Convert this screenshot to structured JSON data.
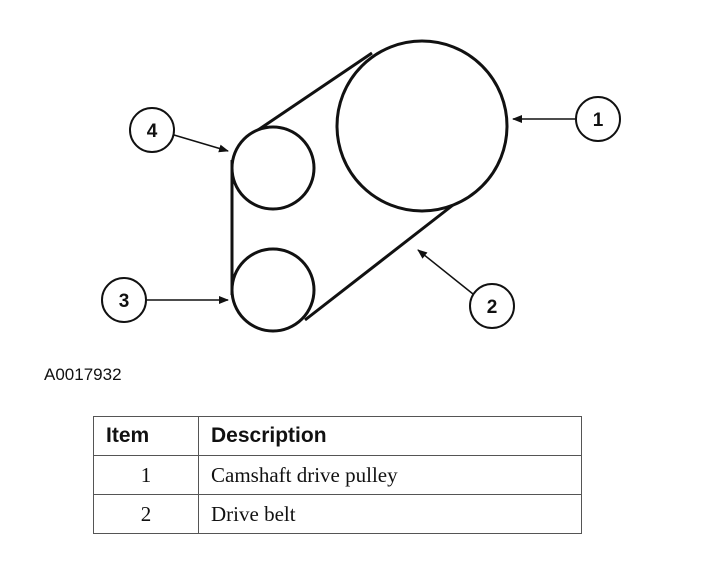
{
  "diagram": {
    "callouts": [
      "1",
      "2",
      "3",
      "4"
    ],
    "figure_id": "A0017932"
  },
  "legend": {
    "headers": {
      "item": "Item",
      "description": "Description"
    },
    "rows": [
      {
        "item": "1",
        "description": "Camshaft drive pulley"
      },
      {
        "item": "2",
        "description": "Drive belt"
      }
    ]
  }
}
